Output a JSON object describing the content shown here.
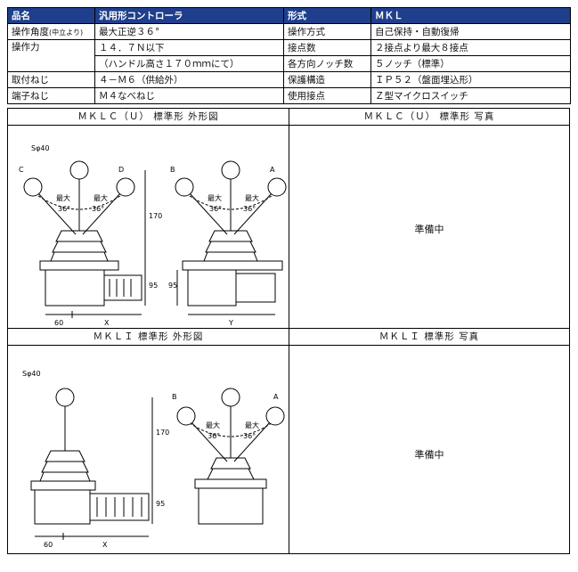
{
  "spec": {
    "left": {
      "header_label": "品名",
      "header_value": "汎用形コントローラ",
      "rows": [
        {
          "label": "操作角度",
          "label_note": "(中立より)",
          "value": "最大正逆３６°"
        },
        {
          "label": "操作力",
          "value": "１４．７Ｎ以下",
          "value2": "（ハンドル高さ１７０ｍｍにて）"
        },
        {
          "label": "取付ねじ",
          "value": "４－Ｍ６（供給外）"
        },
        {
          "label": "端子ねじ",
          "value": "Ｍ４なべねじ"
        }
      ]
    },
    "right": {
      "header_label": "形式",
      "header_value": "ＭＫＬ",
      "rows": [
        {
          "label": "操作方式",
          "value": "自己保持・自動復帰"
        },
        {
          "label": "接点数",
          "value": "２接点より最大８接点"
        },
        {
          "label": "各方向ノッチ数",
          "value": "５ノッチ（標準）"
        },
        {
          "label": "保護構造",
          "value": "ＩＰ５２（盤面埋込形）"
        },
        {
          "label": "使用接点",
          "value": "Ｚ型マイクロスイッチ"
        }
      ]
    }
  },
  "panels": {
    "mklc_drawing": {
      "title": "ＭＫＬＣ（Ｕ） 標準形 外形図",
      "labels": {
        "sphere": "Sφ40",
        "c": "C",
        "d": "D",
        "b": "B",
        "a": "A",
        "max": "最大",
        "angle": "36°",
        "h170": "170",
        "h95": "95",
        "w60": "60",
        "x": "X",
        "y": "Y"
      }
    },
    "mklc_photo": {
      "title": "ＭＫＬＣ（Ｕ） 標準形 写真",
      "status": "準備中"
    },
    "mkli_drawing": {
      "title": "ＭＫＬＩ 標準形 外形図",
      "labels": {
        "sphere": "Sφ40",
        "b": "B",
        "a": "A",
        "max": "最大",
        "angle": "36°",
        "h170": "170",
        "h95": "95",
        "w60": "60",
        "x": "X"
      }
    },
    "mkli_photo": {
      "title": "ＭＫＬＩ 標準形 写真",
      "status": "準備中"
    }
  }
}
